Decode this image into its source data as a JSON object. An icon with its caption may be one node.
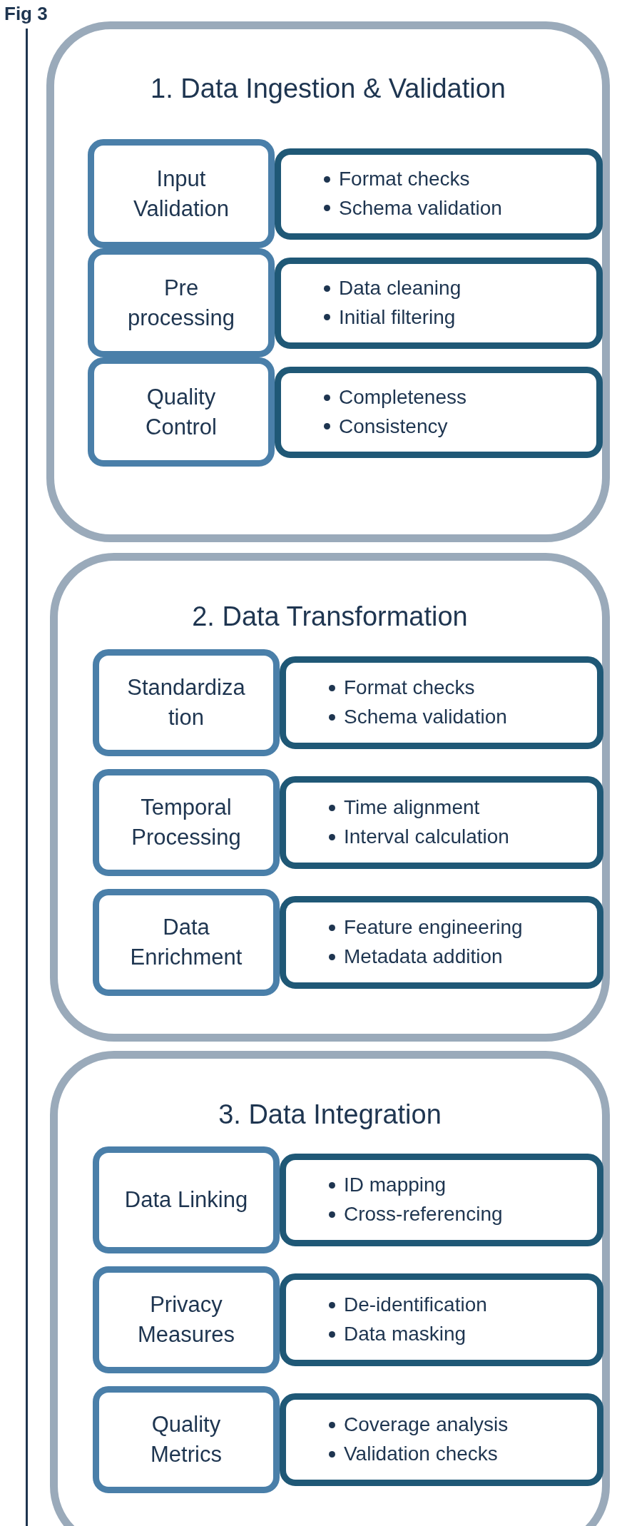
{
  "diagram": {
    "title": "Fig 3",
    "nodes": [
      {
        "text": [
          "1. Data Ingestion & Validation"
        ]
      },
      {
        "text": [
          "Input Validation"
        ],
        "in": 0
      },
      {
        "text": [
          "Format checks",
          "Schema validation"
        ],
        "in": 0
      },
      {
        "text": [
          "Pre processing"
        ],
        "in": 0
      },
      {
        "text": [
          "Data cleaning",
          "Initial filtering"
        ],
        "in": 0
      },
      {
        "text": [
          "Quality Control"
        ],
        "in": 0
      },
      {
        "text": [
          "Completeness",
          "Consistency"
        ],
        "in": 0
      },
      {
        "text": [
          "2.  Data Transformation"
        ]
      },
      {
        "text": [
          "Standardiza tion"
        ],
        "in": 7
      },
      {
        "text": [
          "Format checks",
          "Schema validation"
        ],
        "in": 7
      },
      {
        "text": [
          "Temporal Processing"
        ],
        "in": 7
      },
      {
        "text": [
          "Time alignment",
          "Interval calculation"
        ],
        "in": 7
      },
      {
        "text": [
          "Data Enrichment"
        ],
        "in": 7
      },
      {
        "text": [
          "Feature engineering",
          "Metadata addition"
        ],
        "in": 7
      },
      {
        "text": [
          "3.  Data Integration"
        ]
      },
      {
        "text": [
          "Data Linking"
        ],
        "in": 14
      },
      {
        "text": [
          "ID mapping",
          "Cross-referencing"
        ],
        "in": 14
      },
      {
        "text": [
          "Privacy Measures"
        ],
        "in": 14
      },
      {
        "text": [
          "De-identification",
          "Data masking"
        ],
        "in": 14
      },
      {
        "text": [
          "Quality Metrics"
        ],
        "in": 14
      },
      {
        "text": [
          "Coverage analysis",
          "Validation checks"
        ],
        "in": 14
      }
    ],
    "edges": []
  }
}
